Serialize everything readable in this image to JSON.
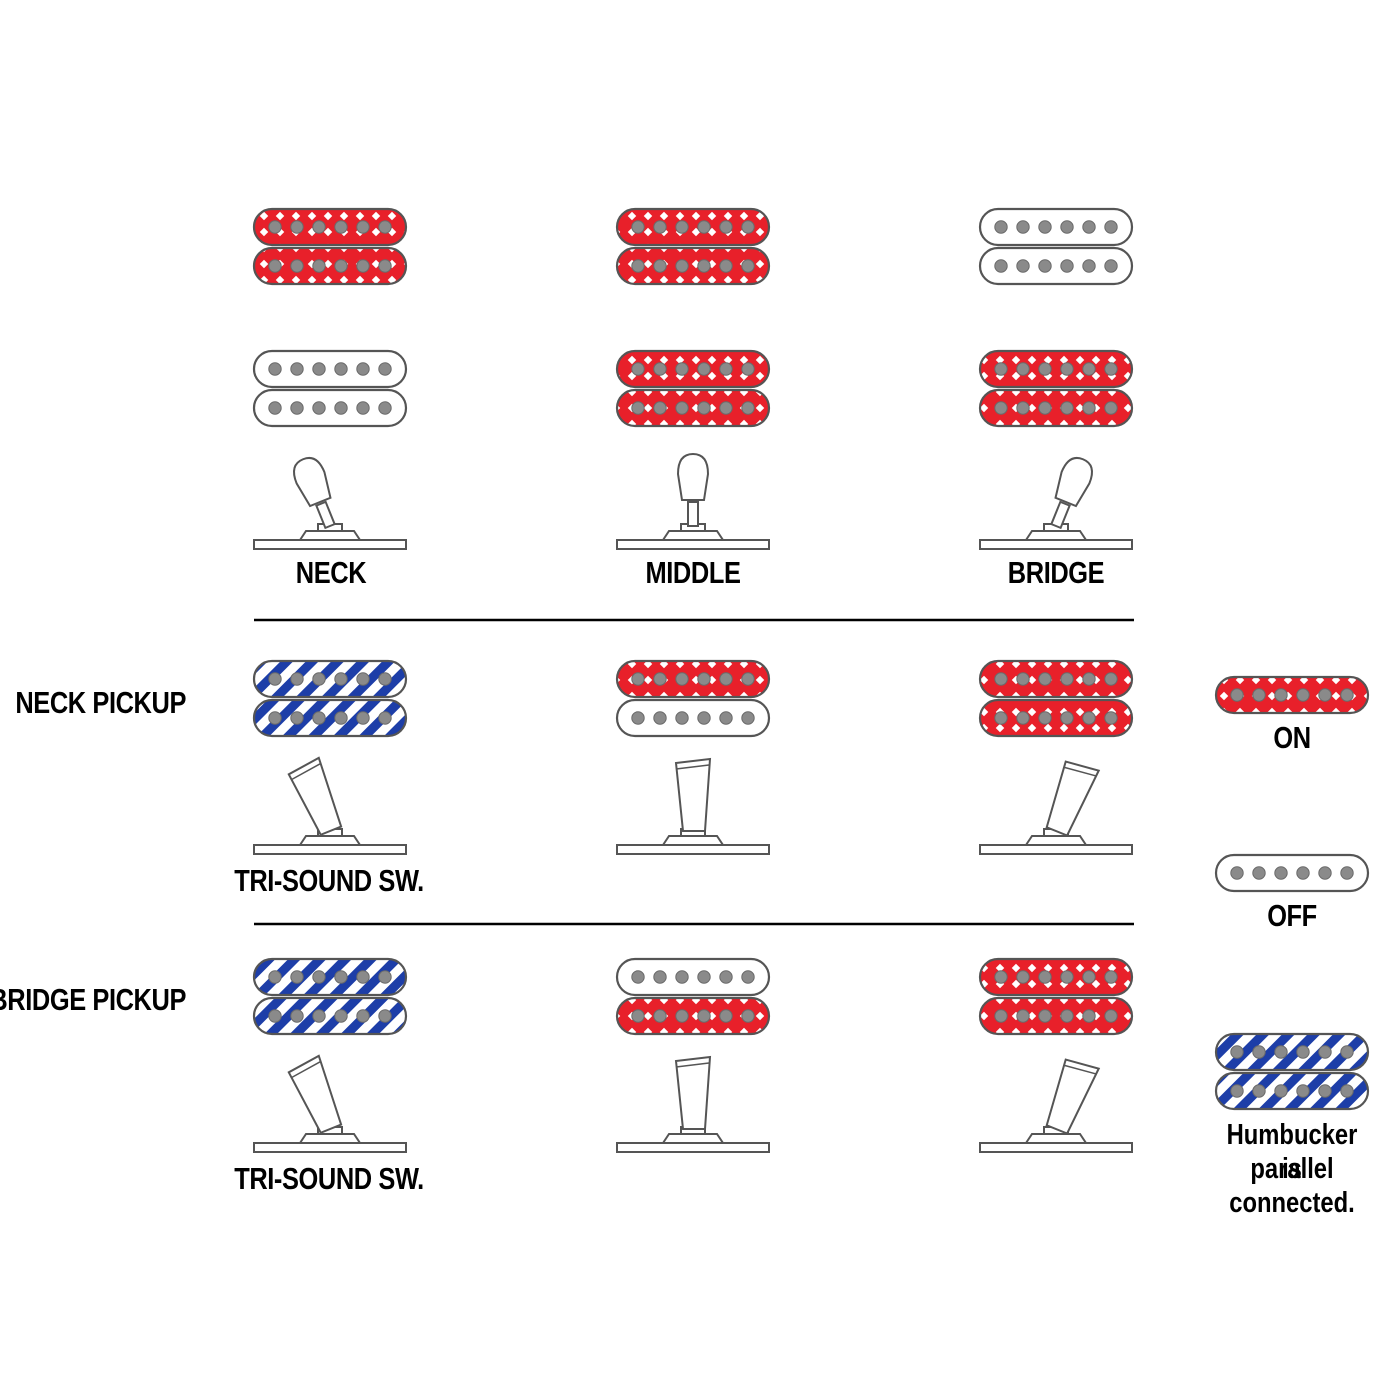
{
  "colors": {
    "on": "#e8202a",
    "parallel": "#1d3ea8",
    "off": "#ffffff",
    "outline": "#555555",
    "pole": "#8a8a8a"
  },
  "column_labels": [
    "NECK",
    "MIDDLE",
    "BRIDGE"
  ],
  "row_labels": {
    "neck_pickup": "NECK PICKUP",
    "bridge_pickup": "BRIDGE PICKUP"
  },
  "switch_labels": {
    "tri_sound_neck": "TRI-SOUND SW.",
    "tri_sound_bridge": "TRI-SOUND SW."
  },
  "legend": {
    "on": "ON",
    "off": "OFF",
    "parallel_line1": "Humbucker is",
    "parallel_line2": "parallel connected."
  },
  "sections": [
    {
      "name": "pickup-selector",
      "columns": [
        {
          "label": "NECK",
          "switch": "left",
          "pickups": [
            [
              "on",
              "on"
            ],
            [
              "off",
              "off"
            ]
          ]
        },
        {
          "label": "MIDDLE",
          "switch": "center",
          "pickups": [
            [
              "on",
              "on"
            ],
            [
              "on",
              "on"
            ]
          ]
        },
        {
          "label": "BRIDGE",
          "switch": "right",
          "pickups": [
            [
              "off",
              "off"
            ],
            [
              "on",
              "on"
            ]
          ]
        }
      ]
    },
    {
      "name": "neck-pickup",
      "columns": [
        {
          "switch": "left",
          "pickups": [
            [
              "parallel",
              "parallel"
            ]
          ]
        },
        {
          "switch": "center",
          "pickups": [
            [
              "on",
              "off"
            ]
          ]
        },
        {
          "switch": "right",
          "pickups": [
            [
              "on",
              "on"
            ]
          ]
        }
      ]
    },
    {
      "name": "bridge-pickup",
      "columns": [
        {
          "switch": "left",
          "pickups": [
            [
              "parallel",
              "parallel"
            ]
          ]
        },
        {
          "switch": "center",
          "pickups": [
            [
              "off",
              "on"
            ]
          ]
        },
        {
          "switch": "right",
          "pickups": [
            [
              "on",
              "on"
            ]
          ]
        }
      ]
    }
  ]
}
